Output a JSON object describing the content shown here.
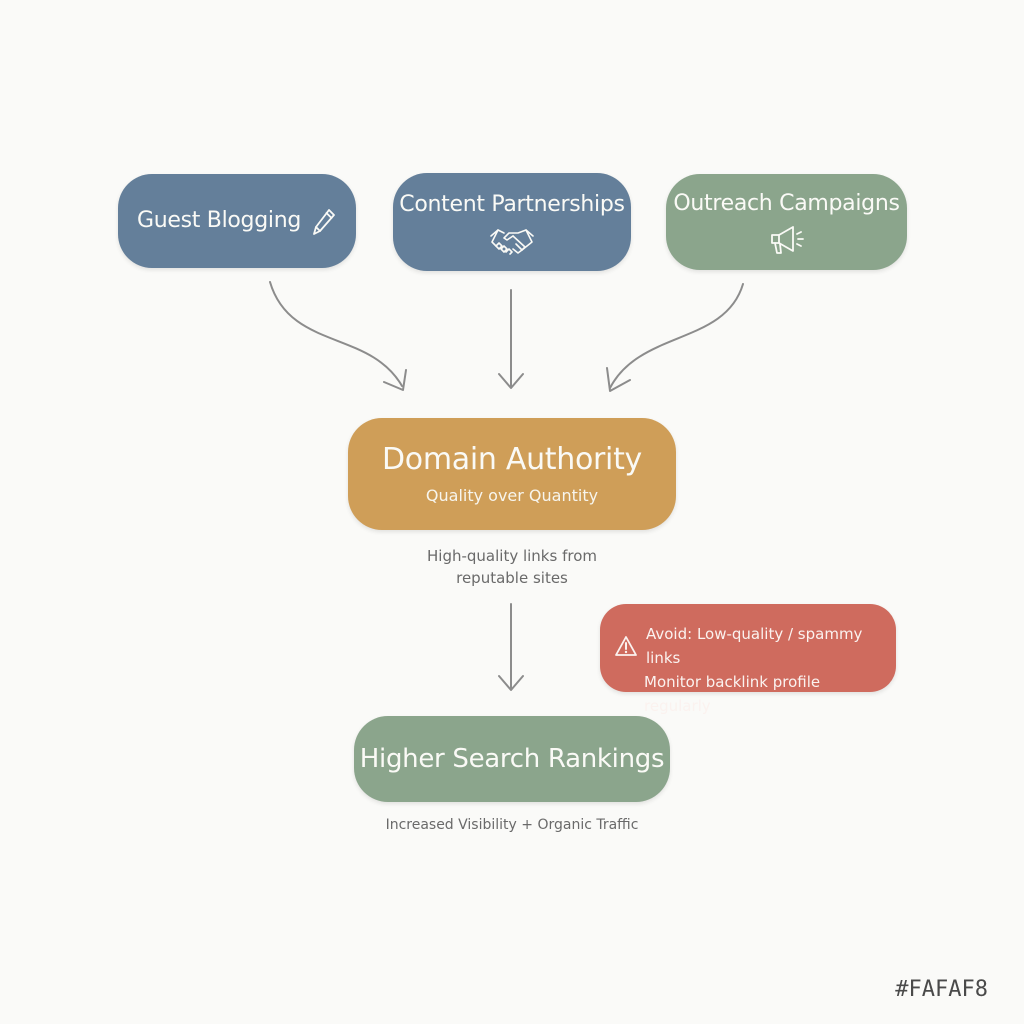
{
  "sources": [
    {
      "id": "guest",
      "label": "Guest Blogging",
      "icon": "pencil-icon"
    },
    {
      "id": "content",
      "label": "Content Partnerships",
      "icon": "handshake-icon"
    },
    {
      "id": "outreach",
      "label": "Outreach Campaigns",
      "icon": "megaphone-icon"
    }
  ],
  "authority": {
    "title": "Domain Authority",
    "subtitle": "Quality over Quantity",
    "note_line1": "High-quality links from",
    "note_line2": "reputable sites"
  },
  "warning": {
    "line1": "Avoid: Low-quality / spammy links",
    "line2": "Monitor backlink profile regularly",
    "icon": "warning-triangle-icon"
  },
  "result": {
    "title": "Higher Search Rankings",
    "note": "Increased Visibility + Organic Traffic"
  },
  "color_label": "#FAFAF8",
  "colors": {
    "background": "#FAFAF8",
    "blue_node": "#647F9A",
    "green_node": "#8BA58C",
    "gold_node": "#CF9E58",
    "red_node": "#CF6B5E",
    "arrow": "#8C8C8C"
  }
}
